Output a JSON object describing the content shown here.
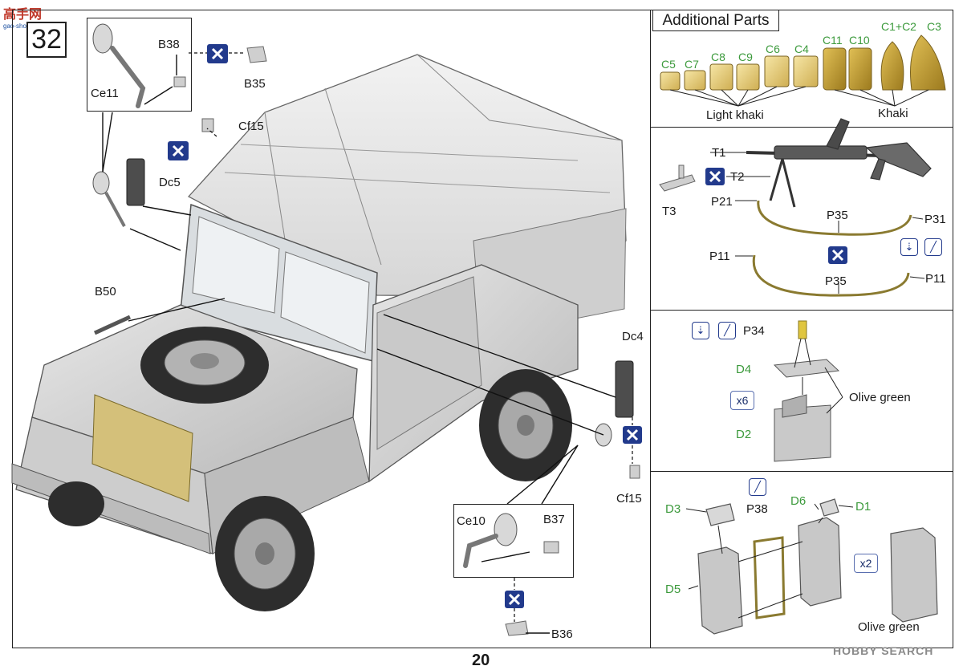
{
  "page": {
    "number": "20",
    "step": "32"
  },
  "logo": {
    "text": "高手网",
    "subtext": "gao-shou.com"
  },
  "watermark": "HOBBY SEARCH",
  "main": {
    "labels": {
      "b38": "B38",
      "ce11": "Ce11",
      "b35": "B35",
      "cf15_top": "Cf15",
      "dc5": "Dc5",
      "b50": "B50",
      "dc4": "Dc4",
      "cf15_bottom": "Cf15",
      "ce10": "Ce10",
      "b37": "B37",
      "b36": "B36"
    }
  },
  "additional_parts": {
    "title": "Additional Parts",
    "stowage": {
      "parts": [
        "C5",
        "C7",
        "C8",
        "C9",
        "C6",
        "C4",
        "C11",
        "C10",
        "C1+C2",
        "C3"
      ],
      "color_light": "Light khaki",
      "color_dark": "Khaki"
    },
    "gun": {
      "t1": "T1",
      "t2": "T2",
      "t3": "T3",
      "p21": "P21",
      "p35a": "P35",
      "p31": "P31",
      "p11a": "P11",
      "p35b": "P35",
      "p11b": "P11"
    },
    "box": {
      "p34": "P34",
      "d4": "D4",
      "d2": "D2",
      "count": "x6",
      "color": "Olive green"
    },
    "jerrycan": {
      "d3": "D3",
      "p38": "P38",
      "d6": "D6",
      "d1": "D1",
      "d5": "D5",
      "count": "x2",
      "color": "Olive green"
    }
  },
  "colors": {
    "khaki": "#c9a53c",
    "light_khaki": "#e3cc7a",
    "olive": "#8a8f5a",
    "accent": "#223a8c",
    "label_green": "#3c9a3c"
  }
}
